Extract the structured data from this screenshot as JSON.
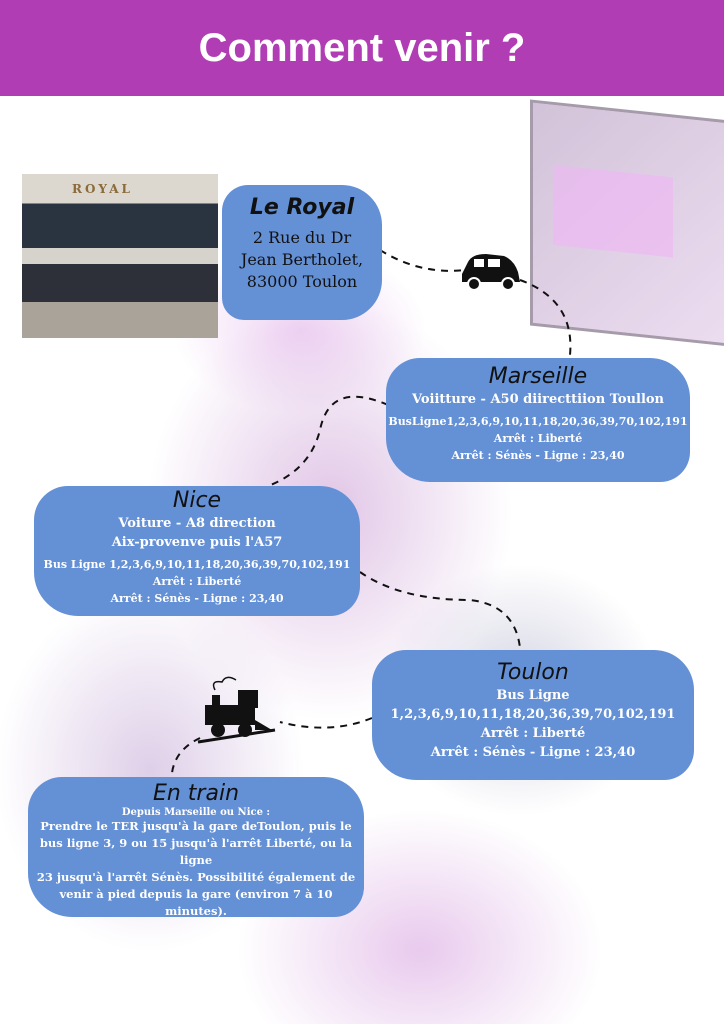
{
  "header": {
    "title": "Comment venir ?"
  },
  "photo": {
    "sign": "ROYAL"
  },
  "venue": {
    "name": "Le Royal",
    "address": [
      "2 Rue du Dr",
      "Jean Bertholet,",
      "83000 Toulon"
    ]
  },
  "marseille": {
    "title": "Marseille",
    "car": "Voiitture - A50 diirecttiion Toullon",
    "bus": "BusLigne1,2,3,6,9,10,11,18,20,36,39,70,102,191",
    "stop1": "Arrêt : Liberté",
    "stop2": "Arrêt : Sénès - Ligne : 23,40"
  },
  "nice": {
    "title": "Nice",
    "car1": "Voiture - A8 direction",
    "car2": "Aix-provenve puis l'A57",
    "bus": "Bus Ligne 1,2,3,6,9,10,11,18,20,36,39,70,102,191",
    "stop1": "Arrêt : Liberté",
    "stop2": "Arrêt : Sénès - Ligne : 23,40"
  },
  "toulon": {
    "title": "Toulon",
    "bus": "Bus Ligne 1,2,3,6,9,10,11,18,20,36,39,70,102,191",
    "stop1": "Arrêt : Liberté",
    "stop2": "Arrêt : Sénès - Ligne : 23,40"
  },
  "train": {
    "title": "En train",
    "from": "Depuis Marseille ou Nice :",
    "lines": [
      "Prendre le TER jusqu'à la gare deToulon, puis le",
      "bus ligne 3, 9 ou 15 jusqu'à l'arrêt Liberté, ou la ligne",
      "23 jusqu'à l'arrêt Sénès. Possibilité également de",
      "venir à pied depuis la gare (environ 7 à 10 minutes)."
    ]
  }
}
